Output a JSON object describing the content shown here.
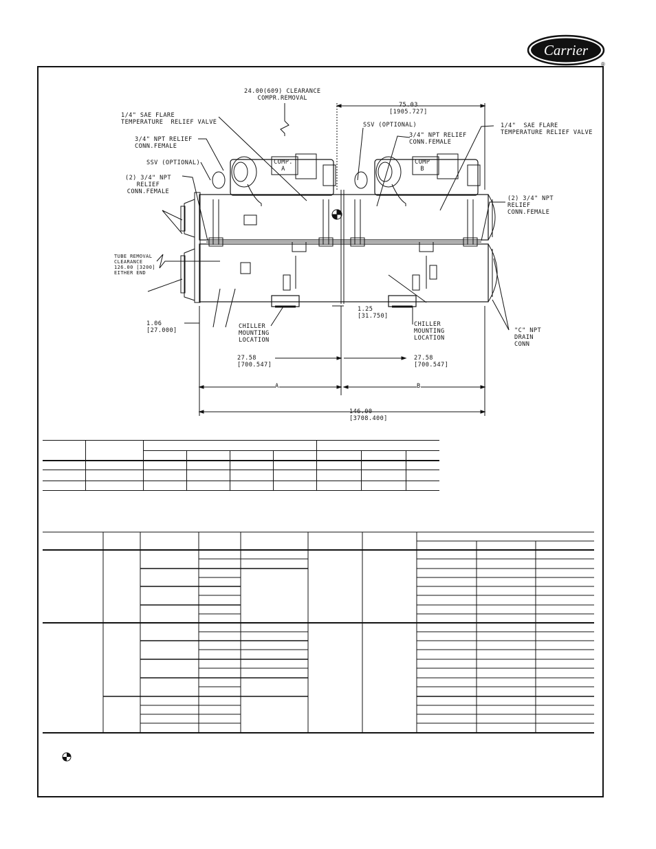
{
  "brand": {
    "name": "Carrier",
    "registered": "®"
  },
  "labels": {
    "clearance_compr": "24.00(609) CLEARANCE\nCOMPR.REMOVAL",
    "flare_left": "1/4\" SAE FLARE\nTEMPERATURE  RELIEF VALVE",
    "relief_left": "3/4\" NPT RELIEF\nCONN.FEMALE",
    "ssv_left": "SSV (OPTIONAL)",
    "relief2_left": "(2) 3/4\" NPT\nRELIEF\nCONN.FEMALE",
    "tube_removal": "TUBE REMOVAL\nCLEARANCE\n126.00 [3200]\nEITHER END",
    "dim_75": "75.03\n[1905.727]",
    "ssv_right": "SSV (OPTIONAL)",
    "relief_right": "3/4\" NPT RELIEF\nCONN.FEMALE",
    "flare_right": "1/4\"  SAE FLARE\nTEMPERATURE RELIEF VALVE",
    "relief2_right": "(2) 3/4\" NPT\nRELIEF\nCONN.FEMALE",
    "comp_a": "COMP.\nA",
    "comp_b": "COMP\nB",
    "dim_106": "1.06\n[27.000]",
    "mount_left": "CHILLER\nMOUNTING\nLOCATION",
    "dim_125": "1.25\n[31.750]",
    "mount_right": "CHILLER\nMOUNTING\nLOCATION",
    "drain": "\"C\" NPT\nDRAIN\nCONN",
    "dim_2758_left": "27.58\n[700.547]",
    "dim_2758_right": "27.58\n[700.547]",
    "dim_a": "A",
    "dim_b": "B",
    "dim_146": "146.00\n[3708.400]"
  }
}
